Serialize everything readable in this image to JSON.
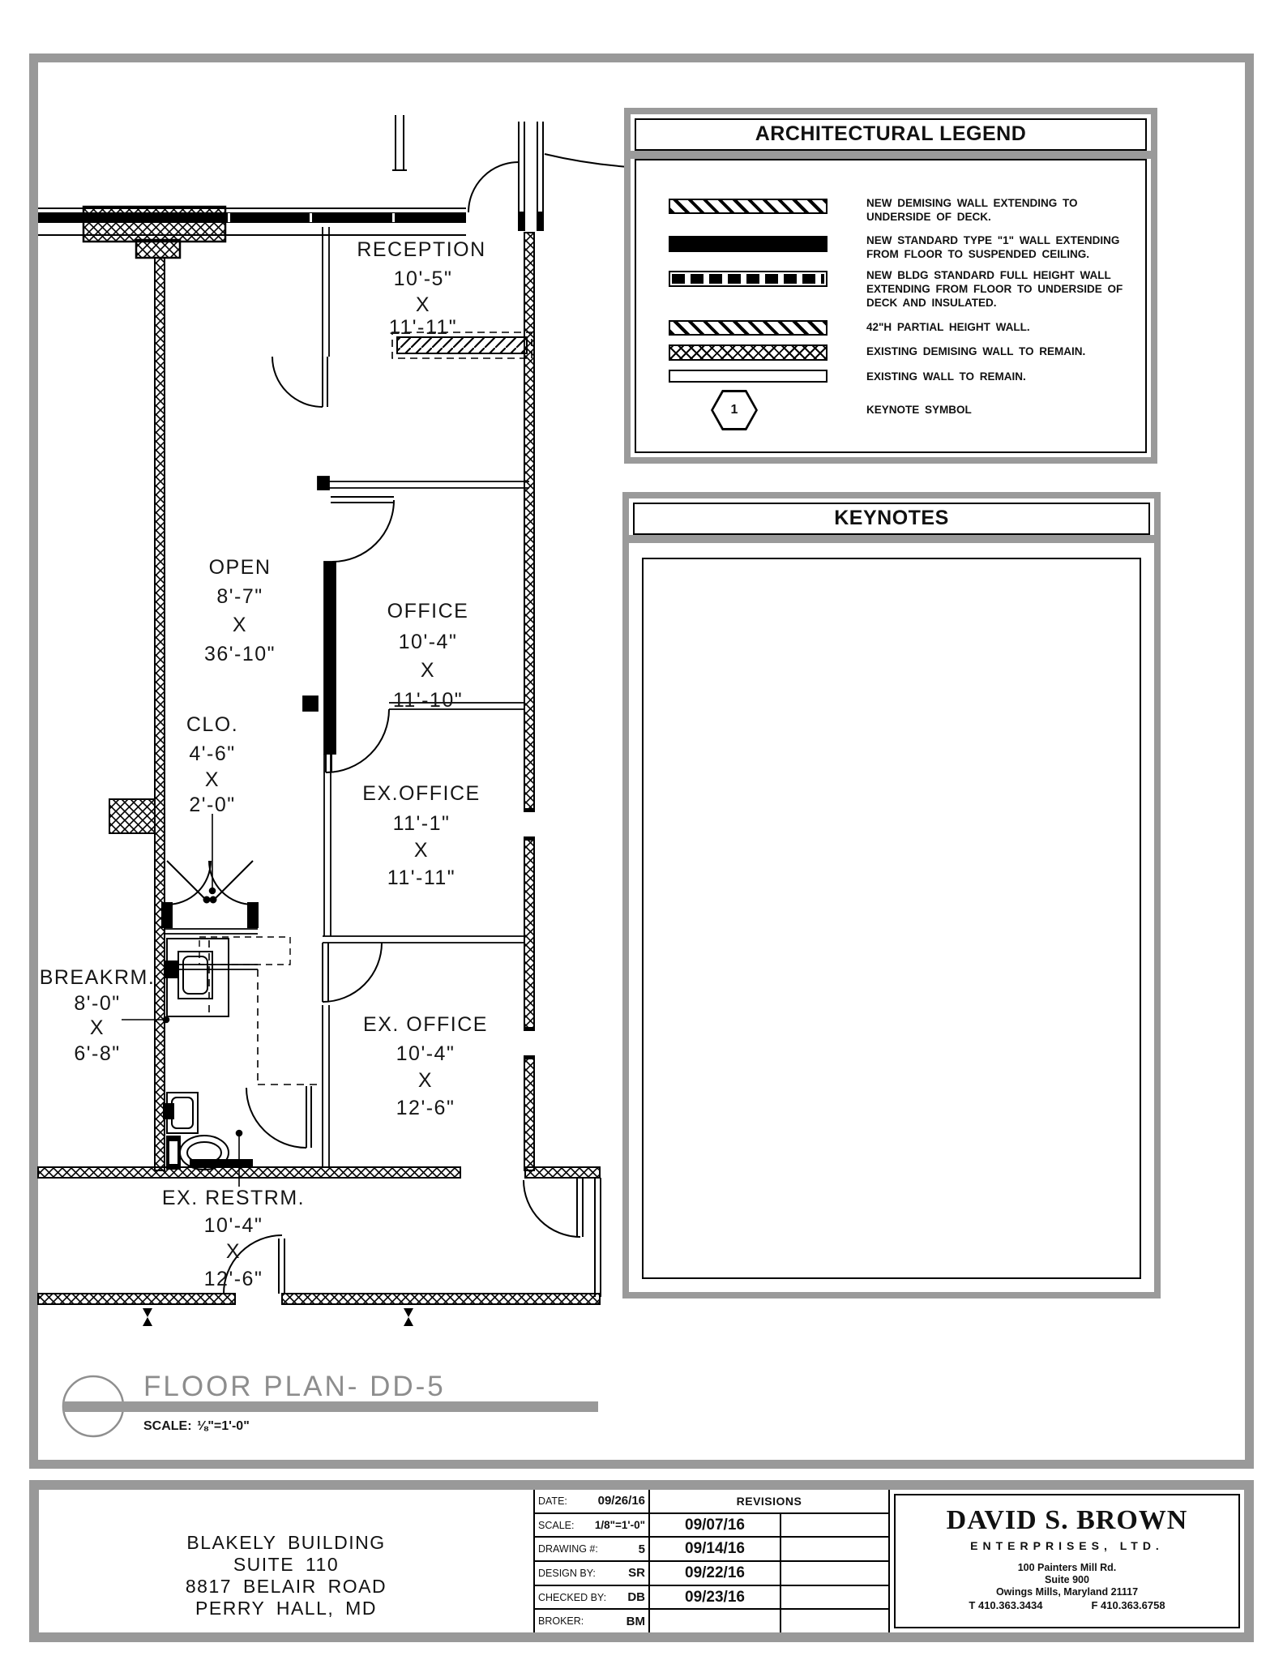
{
  "legend": {
    "title": "ARCHITECTURAL LEGEND",
    "items": [
      {
        "swatch": "diag-hatch",
        "text": "NEW DEMISING WALL EXTENDING TO UNDERSIDE OF DECK."
      },
      {
        "swatch": "solid-black",
        "text": "NEW STANDARD TYPE \"1\" WALL EXTENDING FROM FLOOR TO SUSPENDED CEILING."
      },
      {
        "swatch": "block-dashed",
        "text": "NEW BLDG STANDARD FULL HEIGHT WALL EXTENDING FROM FLOOR TO UNDERSIDE OF DECK AND INSULATED."
      },
      {
        "swatch": "diag-hatch",
        "text": "42\"H PARTIAL HEIGHT WALL."
      },
      {
        "swatch": "crosshatch",
        "text": "EXISTING DEMISING WALL TO REMAIN."
      },
      {
        "swatch": "outline",
        "text": "EXISTING WALL TO REMAIN."
      },
      {
        "swatch": "keynote-hex",
        "symbol_number": "1",
        "text": "KEYNOTE SYMBOL"
      }
    ]
  },
  "keynotes": {
    "title": "KEYNOTES"
  },
  "plan": {
    "title": "FLOOR PLAN- DD-5",
    "scale_label": "SCALE:",
    "scale_value": "⅛\"=1'-0\"",
    "rooms": [
      {
        "name": "RECEPTION",
        "dims": [
          "10'-5\"",
          "X",
          "11'-11\""
        ]
      },
      {
        "name": "OPEN",
        "dims": [
          "8'-7\"",
          "X",
          "36'-10\""
        ]
      },
      {
        "name": "OFFICE",
        "dims": [
          "10'-4\"",
          "X",
          "11'-10\""
        ]
      },
      {
        "name": "CLO.",
        "dims": [
          "4'-6\"",
          "X",
          "2'-0\""
        ]
      },
      {
        "name": "EX.OFFICE",
        "dims": [
          "11'-1\"",
          "X",
          "11'-11\""
        ]
      },
      {
        "name": "BREAKRM.",
        "dims": [
          "8'-0\"",
          "X",
          "6'-8\""
        ]
      },
      {
        "name": "EX. OFFICE",
        "dims": [
          "10'-4\"",
          "X",
          "12'-6\""
        ]
      },
      {
        "name": "EX. RESTRM.",
        "dims": [
          "10'-4\"",
          "X",
          "12'-6\""
        ]
      }
    ]
  },
  "titleblock": {
    "project": [
      "BLAKELY BUILDING",
      "SUITE 110",
      "8817 BELAIR ROAD",
      "PERRY HALL, MD"
    ],
    "fields": [
      {
        "label": "DATE:",
        "value": "09/26/16"
      },
      {
        "label": "SCALE:",
        "value": "1/8\"=1'-0\""
      },
      {
        "label": "DRAWING #:",
        "value": "5"
      },
      {
        "label": "DESIGN BY:",
        "value": "SR"
      },
      {
        "label": "CHECKED BY:",
        "value": "DB"
      },
      {
        "label": "BROKER:",
        "value": "BM"
      }
    ],
    "revisions": {
      "header": "REVISIONS",
      "dates": [
        "09/07/16",
        "09/14/16",
        "09/22/16",
        "09/23/16"
      ]
    },
    "firm": {
      "name": "DAVID S. BROWN",
      "subtitle": "ENTERPRISES, LTD.",
      "address1": "100 Painters Mill Rd.",
      "address2": "Suite 900",
      "address3": "Owings Mills, Maryland 21117",
      "phone": "T 410.363.3434",
      "fax": "F 410.363.6758"
    }
  }
}
